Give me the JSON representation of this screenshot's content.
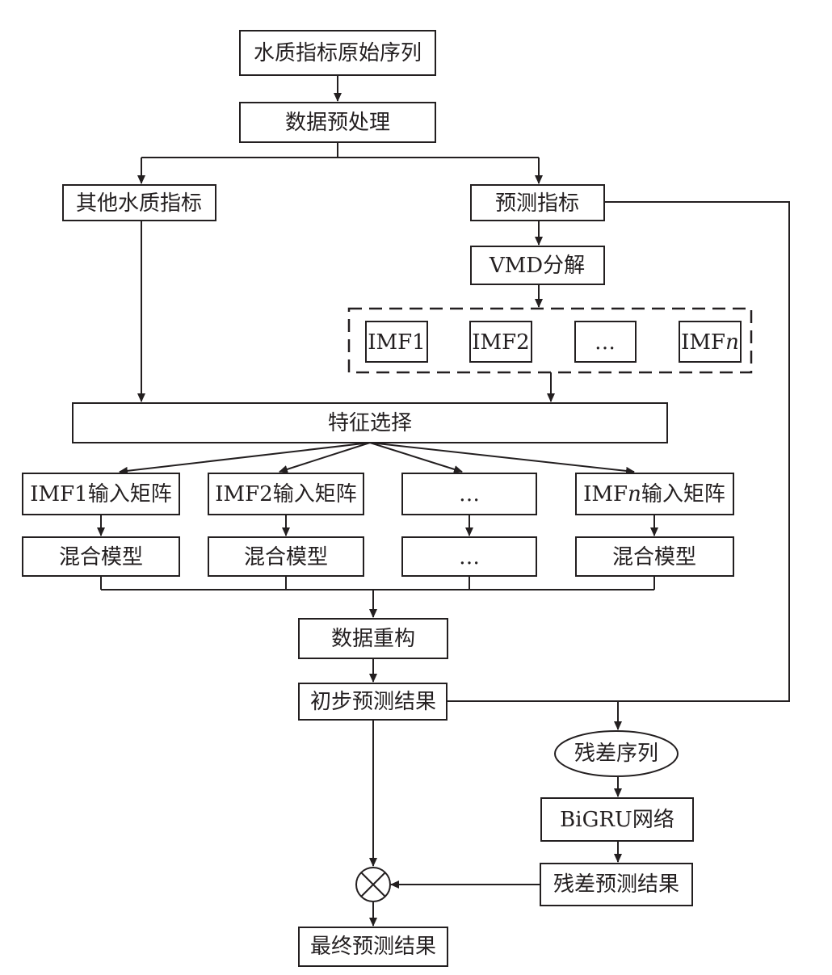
{
  "nodes": {
    "raw_series": "水质指标原始序列",
    "preprocess": "数据预处理",
    "other_indicators": "其他水质指标",
    "target_indicator": "预测指标",
    "vmd": "VMD分解",
    "imf1": "IMF1",
    "imf2": "IMF2",
    "imf_ellipsis": "…",
    "imfn_prefix": "IMF",
    "imfn_suffix": "n",
    "feature_select": "特征选择",
    "imf1_matrix": "IMF1输入矩阵",
    "imf2_matrix": "IMF2输入矩阵",
    "ellipsis_matrix": "…",
    "imfn_matrix_prefix": "IMF",
    "imfn_matrix_n": "n",
    "imfn_matrix_suffix": "输入矩阵",
    "hybrid1": "混合模型",
    "hybrid2": "混合模型",
    "hybrid_ellipsis": "…",
    "hybridn": "混合模型",
    "reconstruct": "数据重构",
    "initial_prediction": "初步预测结果",
    "residual_series": "残差序列",
    "bigru": "BiGRU网络",
    "residual_prediction": "残差预测结果",
    "final_prediction": "最终预测结果"
  },
  "icons": {
    "combine": "circle-cross-icon"
  },
  "colors": {
    "stroke": "#231f20",
    "background": "#ffffff"
  }
}
